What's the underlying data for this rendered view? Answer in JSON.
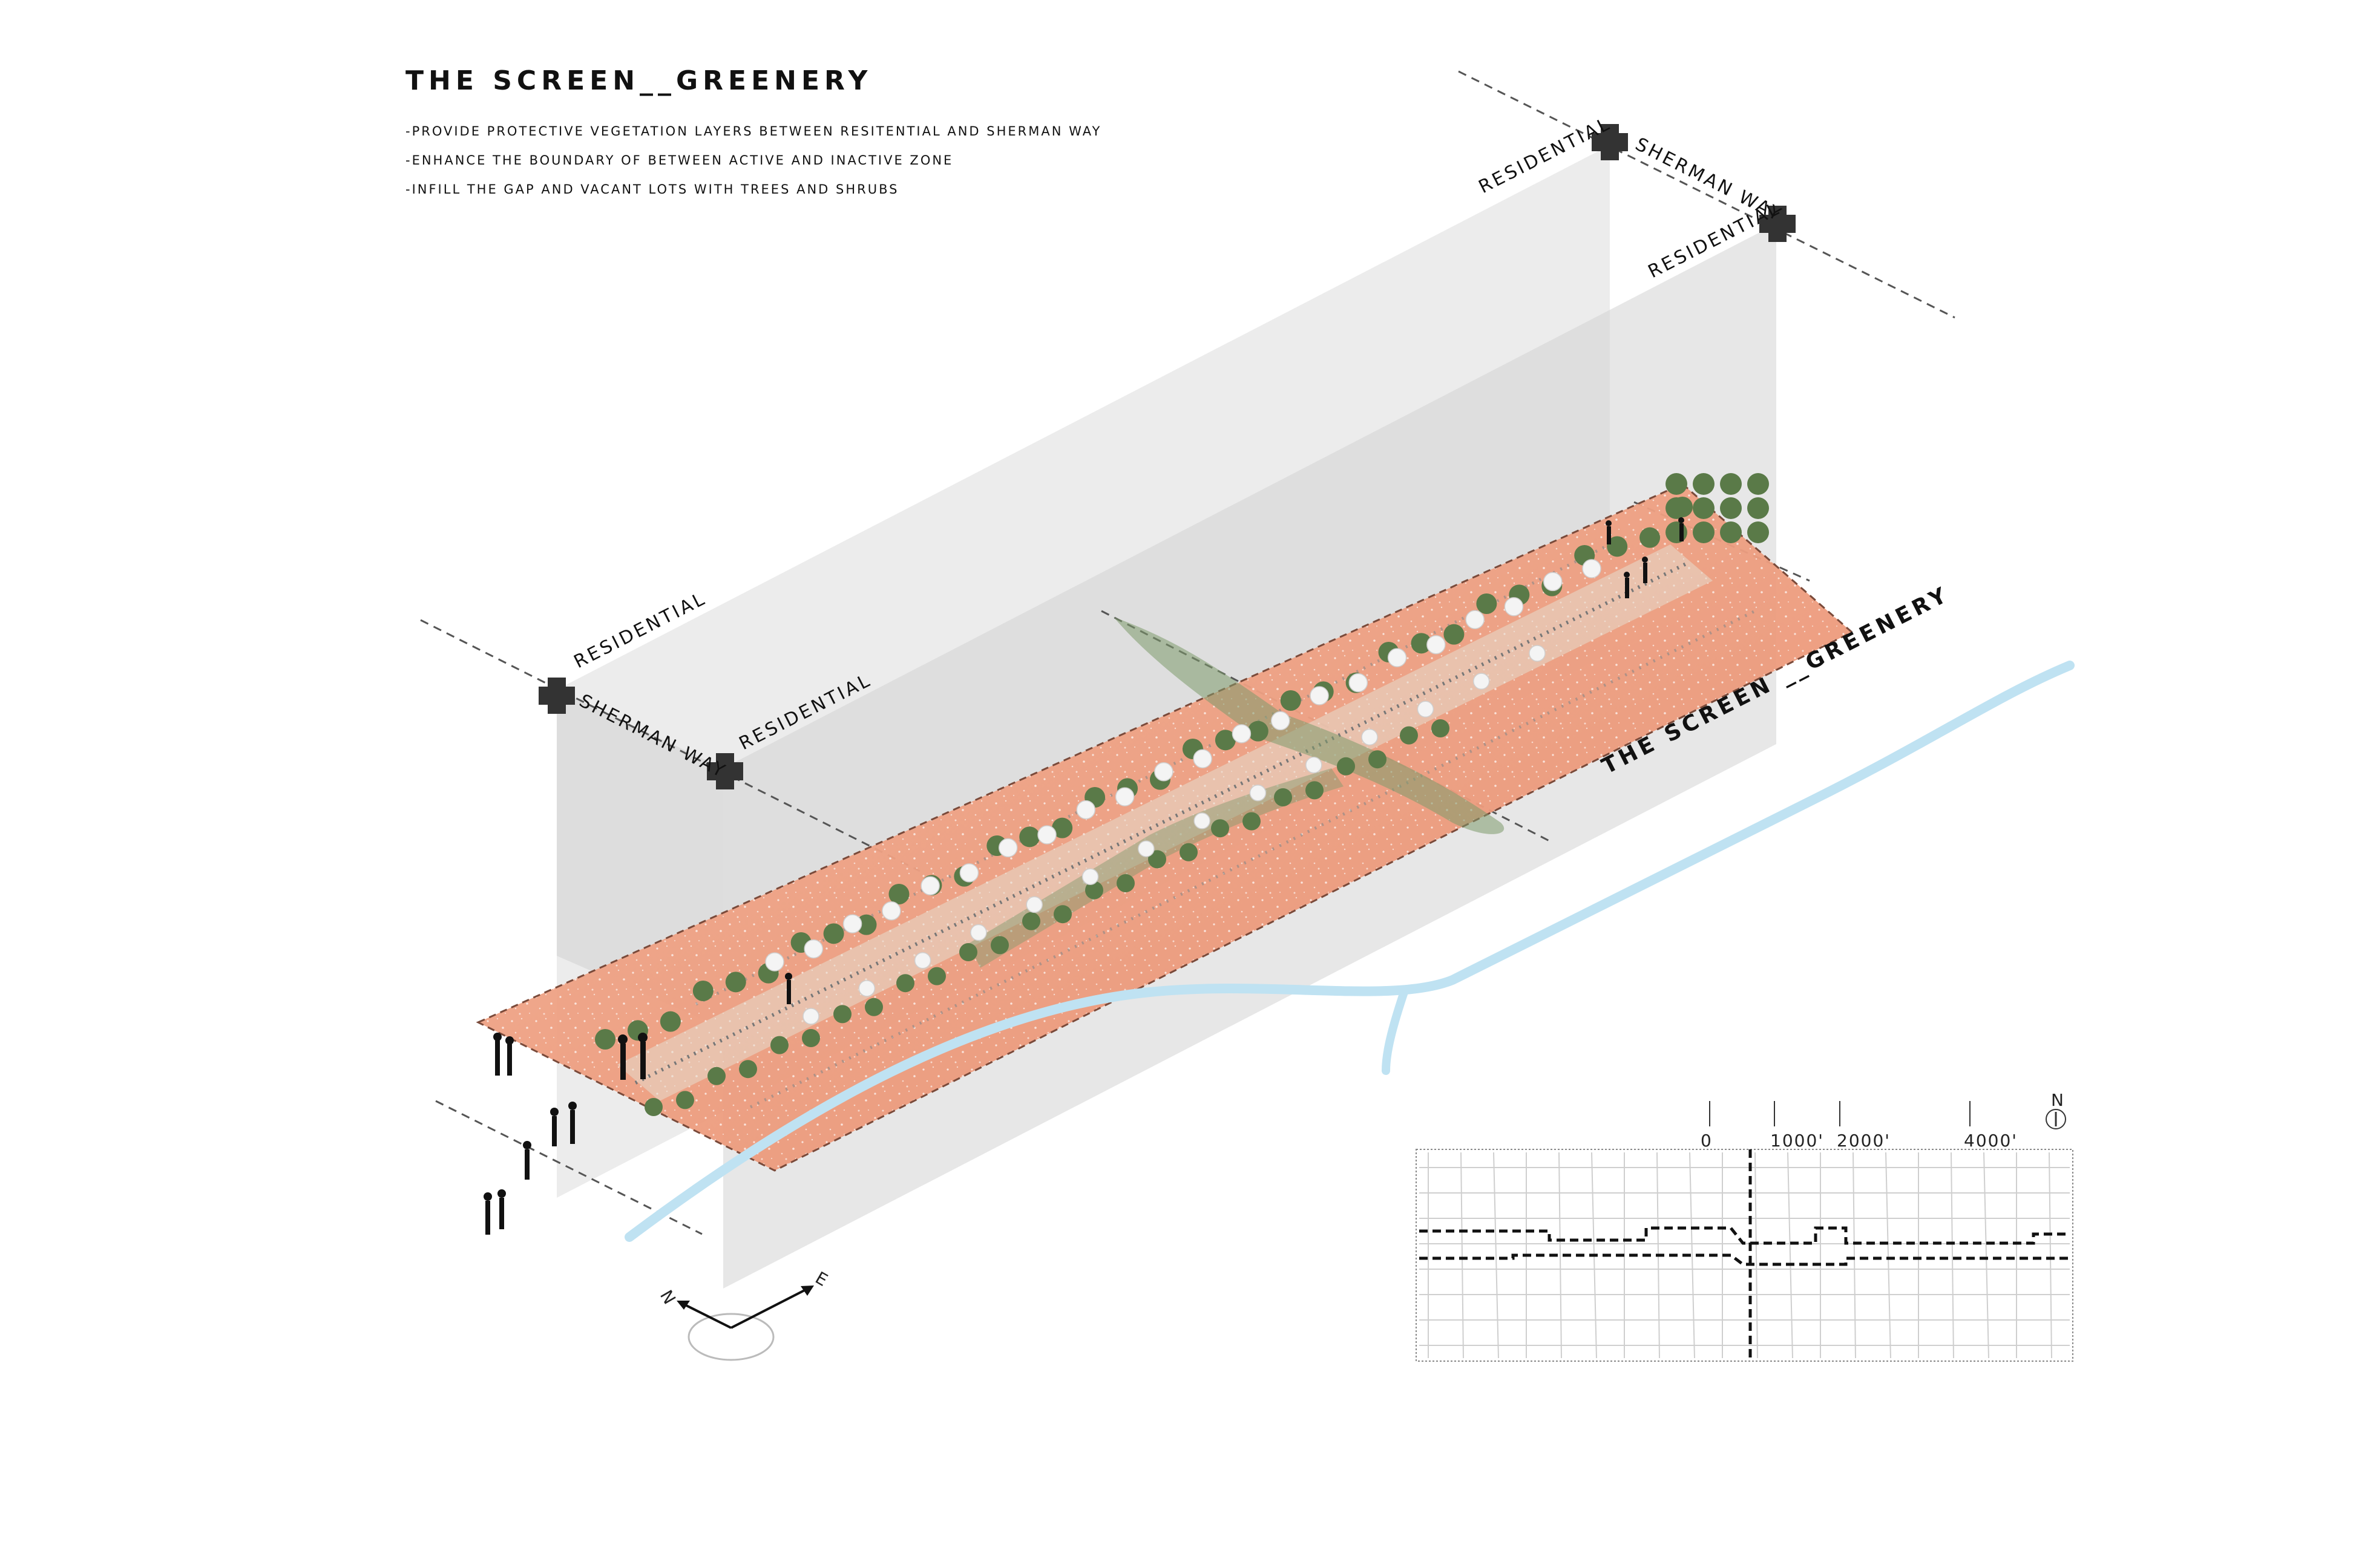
{
  "title": "THE SCREEN__GREENERY",
  "bullets": [
    "-PROVIDE PROTECTIVE VEGETATION LAYERS BETWEEN RESITENTIAL AND SHERMAN WAY",
    "-ENHANCE THE BOUNDARY OF BETWEEN ACTIVE AND INACTIVE ZONE",
    "-INFILL THE GAP AND VACANT LOTS WITH TREES AND SHRUBS"
  ],
  "labels": {
    "residential": "RESIDENTIAL",
    "sherman_way": "SHERMAN WAY",
    "plane_title": "THE SCREEN __GREENERY"
  },
  "compass": {
    "north": "N",
    "east": "E"
  },
  "scale_bar": {
    "ticks": [
      "0",
      "1000'",
      "2000'",
      "4000'"
    ],
    "north": "N"
  },
  "colors": {
    "ground": "#f0a486",
    "ground_dark": "#e58c6c",
    "tree": "#5a7a48",
    "tree_light": "#f4f4f4",
    "water": "#bfe2f2",
    "shadow_plane": "#dcdcdc"
  }
}
